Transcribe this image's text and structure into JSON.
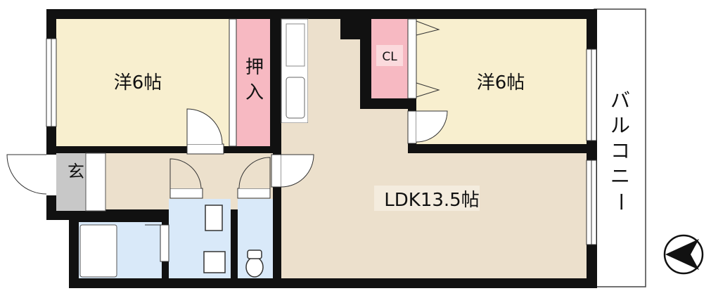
{
  "rooms": {
    "western_left": "洋6帖",
    "western_right": "洋6帖",
    "oshiire_top": "押",
    "oshiire_bottom": "入",
    "closet": "CL",
    "entrance": "玄",
    "ldk": "LDK13.5帖"
  },
  "balcony": [
    "バ",
    "ル",
    "コ",
    "ニ",
    "ー"
  ],
  "compass": "north-arrow-icon",
  "colors": {
    "room": "#f8efcf",
    "ldk": "#ece0cc",
    "storage": "#f7b9c2",
    "wet": "#d9e9f9",
    "entrance": "#c8c8c8",
    "wall": "#111111"
  }
}
